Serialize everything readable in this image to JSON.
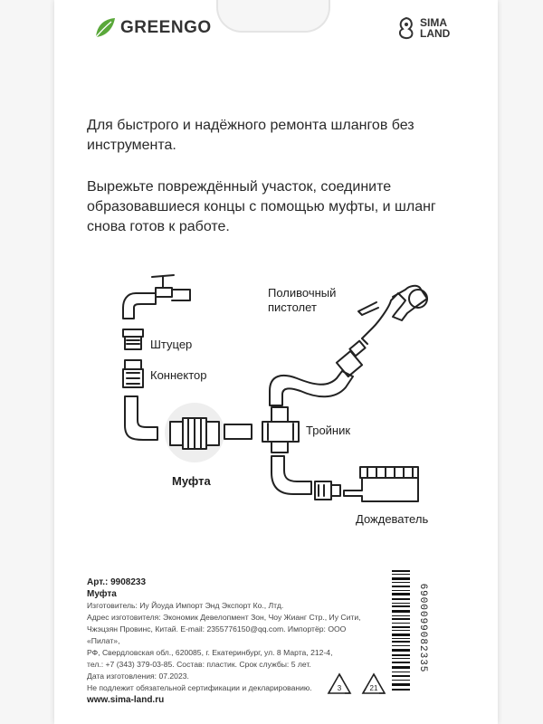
{
  "brand": {
    "left": "GREENGO",
    "right_line1": "SIMA",
    "right_line2": "LAND"
  },
  "intro": "Для быстрого и надёжного ремонта шлангов без инструмента.",
  "instructions": "Вырежьте повреждённый участок, соедините образовавшиеся концы с помощью муфты, и шланг снова готов к работе.",
  "diagram": {
    "fitting": "Штуцер",
    "connector": "Коннектор",
    "coupling": "Муфта",
    "tee": "Тройник",
    "gun_line1": "Поливочный",
    "gun_line2": "пистолет",
    "sprinkler": "Дождеватель"
  },
  "info": {
    "article": "Арт.: 9908233",
    "name": "Муфта",
    "lines": [
      "Изготовитель: Иу Йоуда Импорт Энд Экспорт Ко., Лтд.",
      "Адрес изготовителя: Экономик Девелопмент Зон, Чоу Жианг Стр., Иу Сити,",
      "Чжэцзян Провинс, Китай. E-mail: 2355776150@qq.com. Импортёр: ООО «Пилат»,",
      "РФ, Свердловская обл., 620085, г. Екатеринбург, ул. 8 Марта, 212-4,",
      "тел.: +7 (343) 379-03-85. Состав: пластик. Срок службы: 5 лет.",
      "Дата изготовления: 07.2023.",
      "Не подлежит обязательной сертификации и декларированию."
    ],
    "website": "www.sima-land.ru"
  },
  "barcode_number": "6900099082335",
  "recycle": [
    "3",
    "21"
  ],
  "colors": {
    "brand_green": "#5aa83a",
    "text": "#2a2a2a",
    "line": "#222222"
  }
}
